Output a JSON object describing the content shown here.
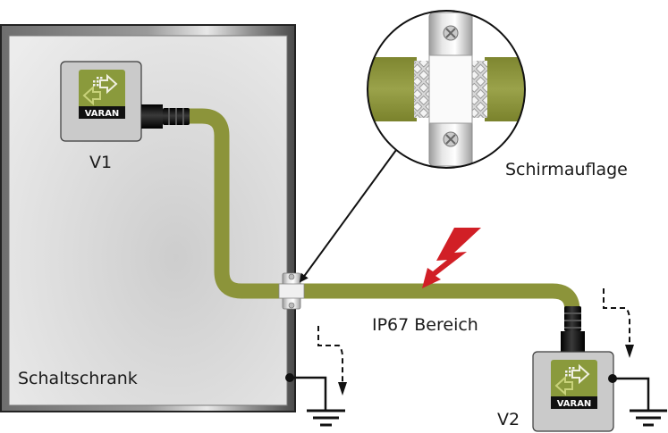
{
  "labels": {
    "v1": "V1",
    "v2": "V2",
    "cabinet": "Schaltschrank",
    "shield_clamp": "Schirmauflage",
    "ip67_zone": "IP67 Bereich",
    "module_badge": "VARAN"
  },
  "colors": {
    "cable": "#8c943a",
    "cable_dark": "#6f7628",
    "badge_green": "#8a9a3c",
    "lightning": "#d11f26",
    "connector": "#151515",
    "module_grey": "#c9c9c9",
    "cabinet_fill": "#e2e2e2"
  },
  "icons": {
    "module_logo": "varan-arrows-icon",
    "ground": "ground-symbol-icon",
    "interference": "lightning-bolt-icon",
    "screw": "screw-icon"
  }
}
